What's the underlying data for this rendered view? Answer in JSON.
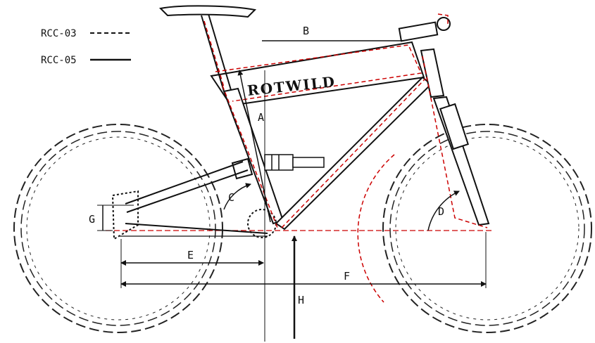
{
  "legend": {
    "rcc03": {
      "label": "RCC-03",
      "style": "dashed",
      "color": "#cc0000"
    },
    "rcc05": {
      "label": "RCC-05",
      "style": "solid",
      "color": "#111111"
    }
  },
  "brand_text": "ROTWILD",
  "dimensions": {
    "A": "A",
    "B": "B",
    "C": "C",
    "D": "D",
    "E": "E",
    "F": "F",
    "G": "G",
    "H": "H"
  },
  "colors": {
    "frame": "#111111",
    "alt_frame": "#cc0000",
    "wheel": "#222222"
  }
}
